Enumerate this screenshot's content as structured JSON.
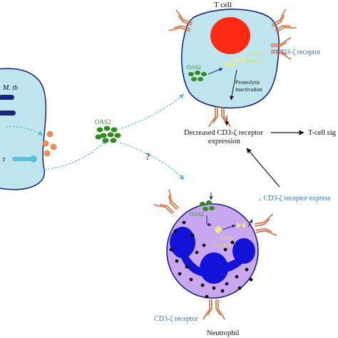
{
  "labels": {
    "t_cell": "T cell",
    "cd3_receptor_top": "CD3-ζ receptor",
    "mtb": "M. tb",
    "oas2_tcell": "OAS2",
    "oas2_free": "OAS2",
    "oas2_neutrophil": "OAS2",
    "active_caspase_tcell_line1": "Active",
    "active_caspase_tcell_line2": "Caspase 3",
    "proteolytic_line1": "Proteolytic",
    "proteolytic_line2": "inactivation",
    "decreased_line1": "Decreased CD3-ζ receptor",
    "decreased_line2": "expression",
    "tcell_signaling": "T-cell sig",
    "question_mark": "?",
    "down_cd3_expression": "↓ CD3-ζ receptor express",
    "active_caspase_neut_line1": "Active",
    "active_caspase_neut_line2": "Caspase 3",
    "cd3_receptor_bottom": "CD3-ζ receptor",
    "neutrophil": "Neutrophil",
    "left_cell_letter": "r"
  },
  "colors": {
    "tcell_fill": "#bfe6ee",
    "tcell_nucleus": "#ff2a14",
    "neutrophil_fill": "#c9a8f0",
    "neutrophil_nucleus": "#1212d8",
    "oas2_green": "#2e8b1e",
    "caspase_yellow": "#f4e98a",
    "receptor_stroke": "#d9683a",
    "arrow_blue": "#5bc0d8",
    "label_blue": "#3a6fd0",
    "orange_dots": "#f08b5a"
  }
}
